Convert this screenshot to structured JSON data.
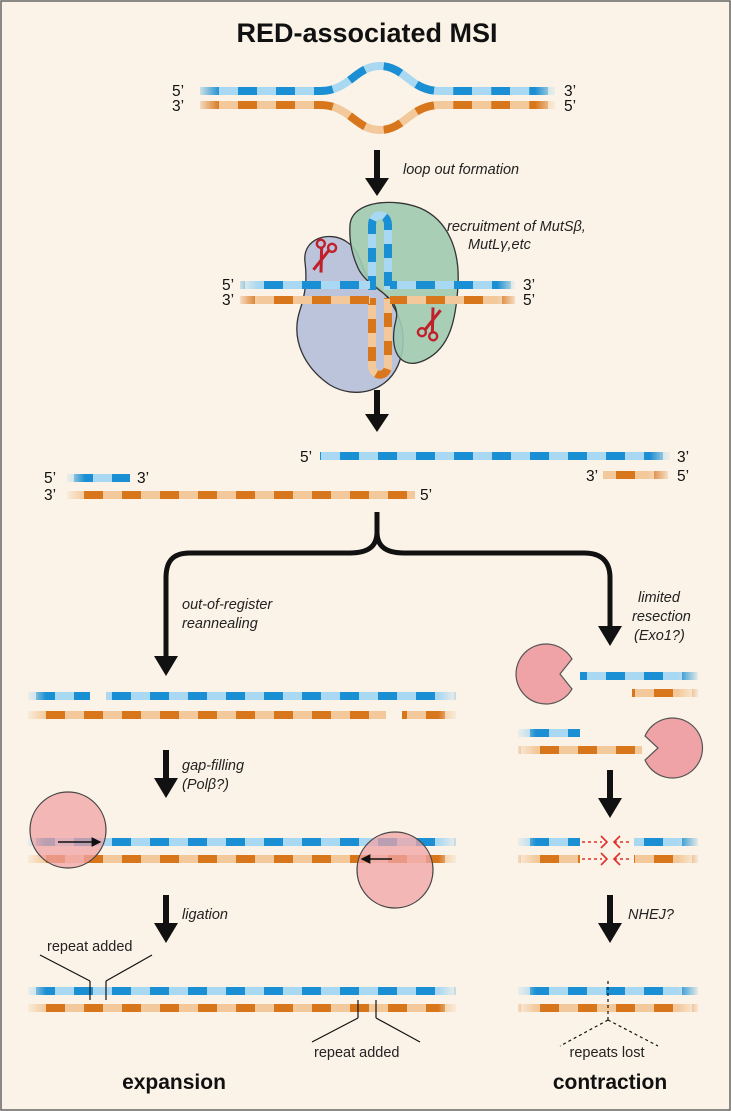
{
  "title": "RED-associated MSI",
  "strand_labels": {
    "five_prime": "5’",
    "three_prime": "3’"
  },
  "steps": {
    "loop_out": "loop out formation",
    "recruitment_line1": "recruitment of MutSβ,",
    "recruitment_line2": "MutLγ,etc",
    "out_of_register_line1": "out-of-register",
    "out_of_register_line2": "reannealing",
    "gap_filling_line1": "gap-filling",
    "gap_filling_line2": "(Polβ?)",
    "ligation": "ligation",
    "limited_resection_line1": "limited",
    "limited_resection_line2": "resection",
    "limited_resection_line3": "(Exo1?)",
    "nhej": "NHEJ?"
  },
  "annotations": {
    "repeat_added_top": "repeat added",
    "repeat_added_bottom": "repeat added",
    "repeats_lost": "repeats lost"
  },
  "outcomes": {
    "expansion": "expansion",
    "contraction": "contraction"
  },
  "colors": {
    "background": "#fbf3e7",
    "blue_strand_dark": "#1a8fd3",
    "blue_strand_light": "#a9d8f2",
    "orange_strand_dark": "#d8761c",
    "orange_strand_light": "#f3c99c",
    "mutsb_protein": "#bcc4dc",
    "mutlg_protein": "#9ecab0",
    "nuclease_circle": "#f0a3a6",
    "scissors": "#c0202a",
    "nhej_dashes": "#e0302a"
  },
  "icons": [
    "scissors-icon",
    "scissors-icon",
    "exonuclease-pacman-icon",
    "polymerase-circle-icon"
  ]
}
